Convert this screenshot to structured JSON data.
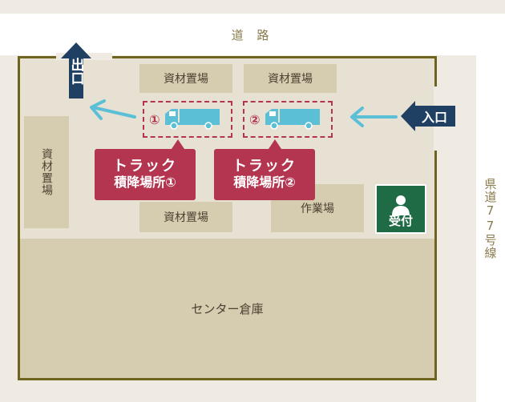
{
  "road": {
    "top_label": "道 路",
    "right_label": "県道77号線"
  },
  "areas": {
    "material_top_left": "資材置場",
    "material_top_right": "資材置場",
    "material_left": "資材置場",
    "material_bottom": "資材置場",
    "work_area": "作業場",
    "warehouse": "センター倉庫"
  },
  "slots": [
    {
      "num": "①",
      "callout_line1": "トラック",
      "callout_line2": "積降場所①"
    },
    {
      "num": "②",
      "callout_line1": "トラック",
      "callout_line2": "積降場所②"
    }
  ],
  "signs": {
    "exit": "出口",
    "entrance": "入口",
    "reception": "受付"
  },
  "icons": [
    "truck-icon",
    "arrow-left-icon",
    "arrow-up-icon",
    "person-icon"
  ],
  "colors": {
    "accent_red": "#b4354f",
    "sign_navy": "#1f3f63",
    "arrow_blue": "#5bbfd6",
    "reception_green": "#1f6b46",
    "area_tan": "#d6ccaf",
    "border_olive": "#6e6420"
  }
}
